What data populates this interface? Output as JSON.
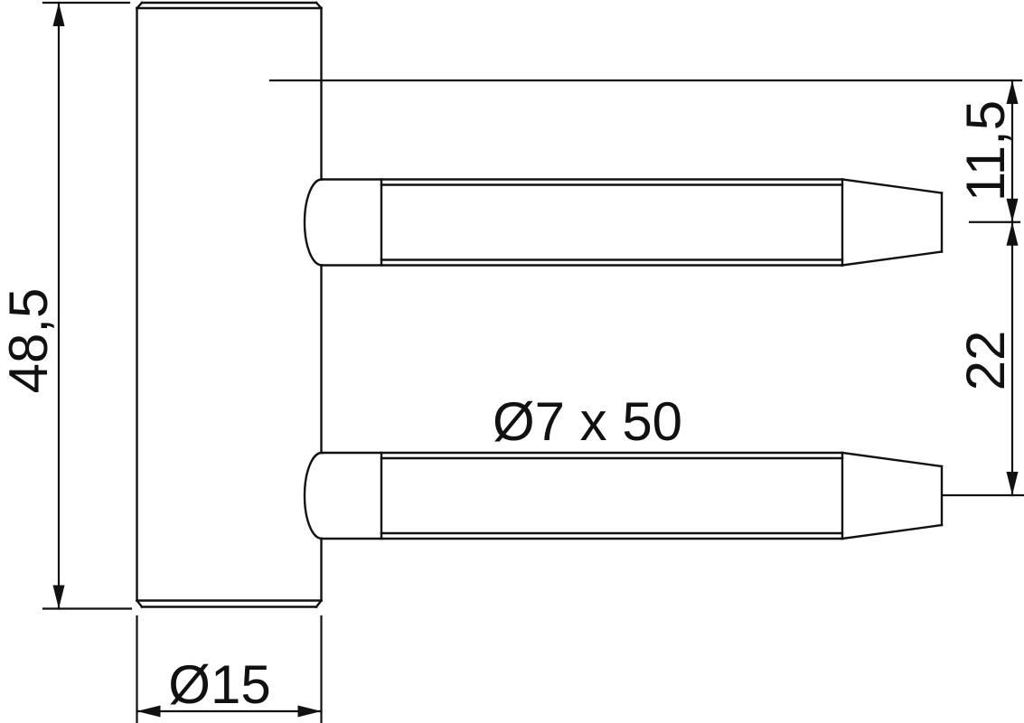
{
  "drawing": {
    "kind": "technical-dimension-drawing",
    "colors": {
      "line": "#111111",
      "background": "#ffffff"
    },
    "labels": {
      "overall_height": "48,5",
      "barrel_diameter": "Ø15",
      "pin_spec": "Ø7 x 50",
      "top_offset": "11,5",
      "pin_spacing": "22"
    }
  }
}
